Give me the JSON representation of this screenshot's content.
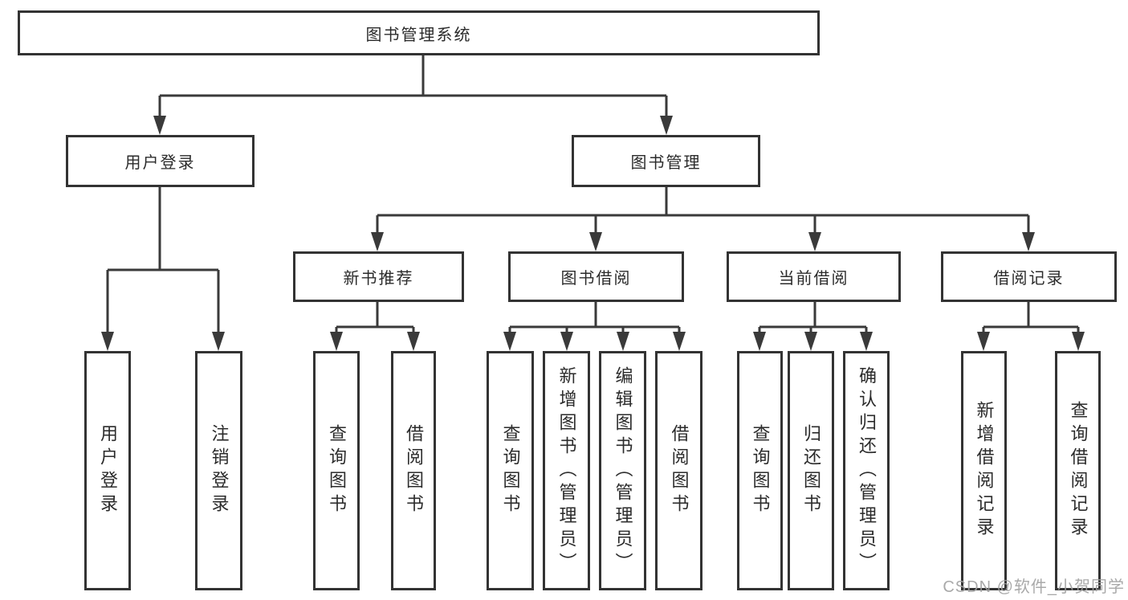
{
  "root": {
    "label": "图书管理系统"
  },
  "level2": [
    {
      "label": "用户登录"
    },
    {
      "label": "图书管理"
    }
  ],
  "level3": [
    {
      "label": "新书推荐"
    },
    {
      "label": "图书借阅"
    },
    {
      "label": "当前借阅"
    },
    {
      "label": "借阅记录"
    }
  ],
  "leaves": {
    "user_login": [
      {
        "label": "用户登录"
      },
      {
        "label": "注销登录"
      }
    ],
    "new_book": [
      {
        "label": "查询图书"
      },
      {
        "label": "借阅图书"
      }
    ],
    "book_borrow": [
      {
        "label": "查询图书"
      },
      {
        "label": "新增图书（管理员）"
      },
      {
        "label": "编辑图书（管理员）"
      },
      {
        "label": "借阅图书"
      }
    ],
    "current_borrow": [
      {
        "label": "查询图书"
      },
      {
        "label": "归还图书"
      },
      {
        "label": "确认归还（管理员）"
      }
    ],
    "records": [
      {
        "label": "新增借阅记录"
      },
      {
        "label": "查询借阅记录"
      }
    ]
  },
  "watermark": "CSDN @软件_小贺同学",
  "colors": {
    "line": "#3a3a3a",
    "border": "#333333",
    "text": "#2b2b2b",
    "watermark": "#a0a0a0",
    "background": "#ffffff"
  }
}
